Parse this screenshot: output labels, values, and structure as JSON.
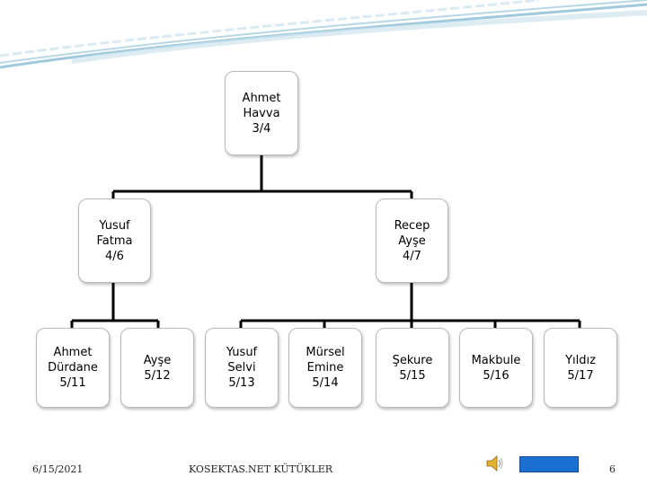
{
  "diagram": {
    "root": {
      "line1": "Ahmet",
      "line2": "Havva",
      "line3": "3/4"
    },
    "level2": [
      {
        "line1": "Yusuf",
        "line2": "Fatma",
        "line3": "4/6"
      },
      {
        "line1": "Recep",
        "line2": "Ayşe",
        "line3": "4/7"
      }
    ],
    "level3": [
      {
        "line1": "Ahmet",
        "line2": "Dürdane",
        "line3": "5/11"
      },
      {
        "line1": "Ayşe",
        "line2": "5/12"
      },
      {
        "line1": "Yusuf",
        "line2": "Selvi",
        "line3": "5/13"
      },
      {
        "line1": "Mürsel",
        "line2": "Emine",
        "line3": "5/14"
      },
      {
        "line1": "Şekure",
        "line2": "5/15"
      },
      {
        "line1": "Makbule",
        "line2": "5/16"
      },
      {
        "line1": "Yıldız",
        "line2": "5/17"
      }
    ]
  },
  "footer": {
    "date": "6/15/2021",
    "center_text": "KOSEKTAS.NET KÜTÜKLER",
    "page_number": "6"
  },
  "icons": {
    "sound": "speaker-icon",
    "nav": "next-slide-button"
  },
  "colors": {
    "swoosh": "#8fc0d6",
    "connector": "#000000",
    "nav_button": "#1b6fd0"
  }
}
